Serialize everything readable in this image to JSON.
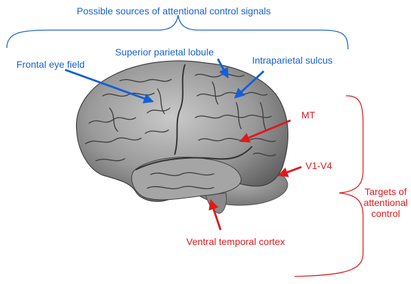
{
  "sources": {
    "title": "Possible sources of attentional control signals",
    "frontal_eye_field": "Frontal eye field",
    "superior_parietal_lobule": "Superior parietal lobule",
    "intraparietal_sulcus": "Intraparietal sulcus"
  },
  "targets": {
    "mt": "MT",
    "v1_v4": "V1-V4",
    "ventral_temporal_cortex": "Ventral temporal cortex",
    "group_label_line1": "Targets of",
    "group_label_line2": "attentional",
    "group_label_line3": "control"
  },
  "colors": {
    "sources": "#1560d6",
    "targets": "#e0191b"
  },
  "icons": {
    "brain": "brain-illustration"
  }
}
